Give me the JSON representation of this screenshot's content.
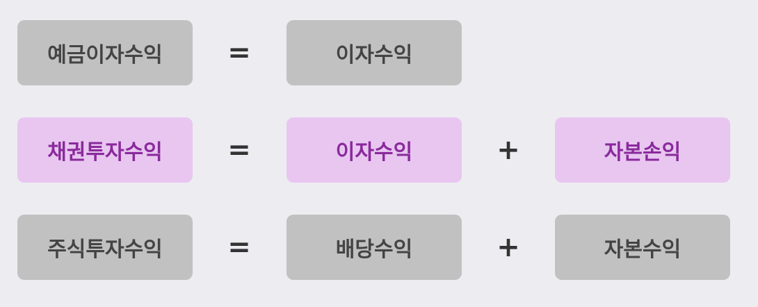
{
  "rows": [
    {
      "label": "예금이자수익",
      "equals": "=",
      "term1": "이자수익",
      "plus": "",
      "term2": ""
    },
    {
      "label": "채권투자수익",
      "equals": "=",
      "term1": "이자수익",
      "plus": "+",
      "term2": "자본손익"
    },
    {
      "label": "주식투자수익",
      "equals": "=",
      "term1": "배당수익",
      "plus": "+",
      "term2": "자본수익"
    }
  ],
  "colors": {
    "background": "#edecf1",
    "gray_box": "#c1c1c1",
    "gray_text": "#444444",
    "highlight_box": "#e8c6f0",
    "highlight_text": "#8a2a9c"
  }
}
